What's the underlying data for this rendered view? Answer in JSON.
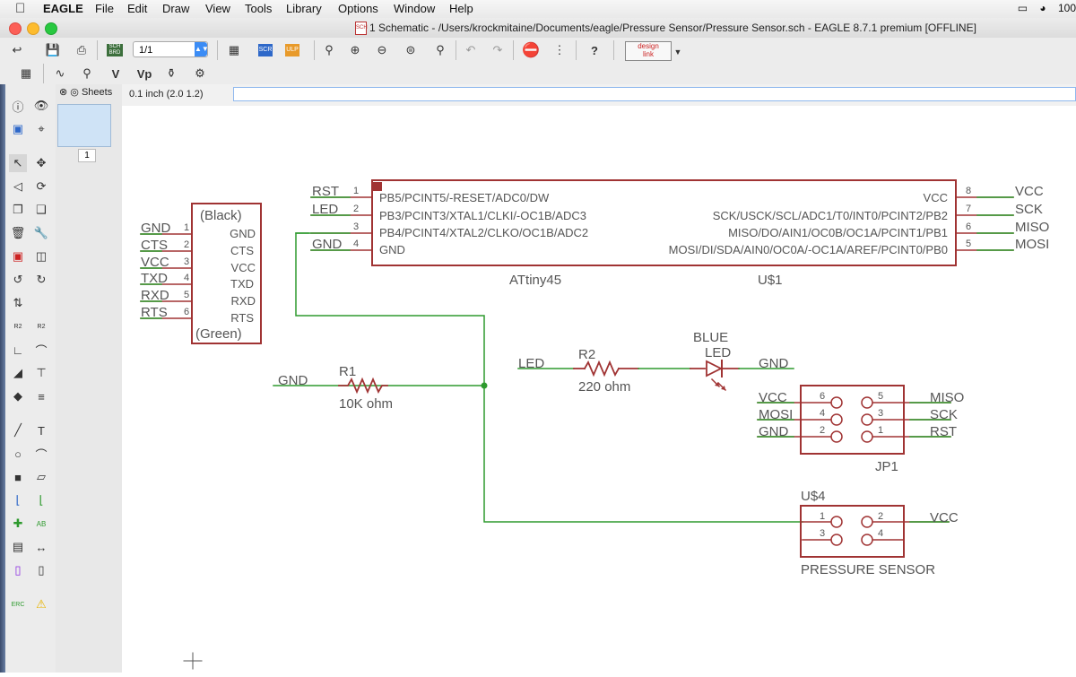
{
  "menubar": {
    "app_name": "EAGLE",
    "items": [
      "File",
      "Edit",
      "Draw",
      "View",
      "Tools",
      "Library",
      "Options",
      "Window",
      "Help"
    ],
    "battery": "100"
  },
  "window": {
    "title": "1 Schematic - /Users/krockmitaine/Documents/eagle/Pressure Sensor/Pressure Sensor.sch - EAGLE 8.7.1 premium [OFFLINE]",
    "doc_icon": "SCH"
  },
  "toolbar": {
    "sheet_value": "1/1",
    "sch_brd_badge": "SCH BRD",
    "scr_badge": "SCR",
    "ulp_badge": "ULP",
    "design_link_top": "design",
    "design_link_bottom": "link"
  },
  "sheets_panel": {
    "title": "Sheets",
    "sheet_number": "1"
  },
  "command_bar": {
    "grid_coordinate": "0.1 inch (2.0 1.2)",
    "command_value": ""
  },
  "colors": {
    "wire": "#2e9a2e",
    "symbol": "#a03333",
    "pin": "#a03333",
    "text": "#555555"
  },
  "schematic": {
    "ftdi": {
      "top_label": "(Black)",
      "bottom_label": "(Green)",
      "pins": [
        {
          "net": "GND",
          "num": "1",
          "name": "GND"
        },
        {
          "net": "CTS",
          "num": "2",
          "name": "CTS"
        },
        {
          "net": "VCC",
          "num": "3",
          "name": "VCC"
        },
        {
          "net": "TXD",
          "num": "4",
          "name": "TXD"
        },
        {
          "net": "RXD",
          "num": "5",
          "name": "RXD"
        },
        {
          "net": "RTS",
          "num": "6",
          "name": "RTS"
        }
      ]
    },
    "attiny": {
      "name": "ATtiny45",
      "ref": "U$1",
      "left_pins": [
        {
          "net": "RST",
          "num": "1",
          "name": "PB5/PCINT5/-RESET/ADC0/DW"
        },
        {
          "net": "LED",
          "num": "2",
          "name": "PB3/PCINT3/XTAL1/CLKI/-OC1B/ADC3"
        },
        {
          "net": "",
          "num": "3",
          "name": "PB4/PCINT4/XTAL2/CLKO/OC1B/ADC2"
        },
        {
          "net": "GND",
          "num": "4",
          "name": "GND"
        }
      ],
      "right_pins": [
        {
          "net": "VCC",
          "num": "8",
          "name": "VCC"
        },
        {
          "net": "SCK",
          "num": "7",
          "name": "SCK/USCK/SCL/ADC1/T0/INT0/PCINT2/PB2"
        },
        {
          "net": "MISO",
          "num": "6",
          "name": "MISO/DO/AIN1/OC0B/OC1A/PCINT1/PB1"
        },
        {
          "net": "MOSI",
          "num": "5",
          "name": "MOSI/DI/SDA/AIN0/OC0A/-OC1A/AREF/PCINT0/PB0"
        }
      ]
    },
    "r1": {
      "ref": "R1",
      "value": "10K ohm",
      "net": "GND"
    },
    "r2": {
      "ref": "R2",
      "value": "220 ohm",
      "net": "LED"
    },
    "led": {
      "color": "BLUE",
      "name": "LED",
      "net": "GND"
    },
    "jp1": {
      "ref": "JP1",
      "left": [
        {
          "net": "VCC",
          "num": "6"
        },
        {
          "net": "MOSI",
          "num": "4"
        },
        {
          "net": "GND",
          "num": "2"
        }
      ],
      "right": [
        {
          "net": "MISO",
          "num": "5"
        },
        {
          "net": "SCK",
          "num": "3"
        },
        {
          "net": "RST",
          "num": "1"
        }
      ]
    },
    "sensor": {
      "ref": "U$4",
      "name": "PRESSURE SENSOR",
      "net": "VCC",
      "pins": [
        "1",
        "2",
        "3",
        "4"
      ]
    }
  }
}
